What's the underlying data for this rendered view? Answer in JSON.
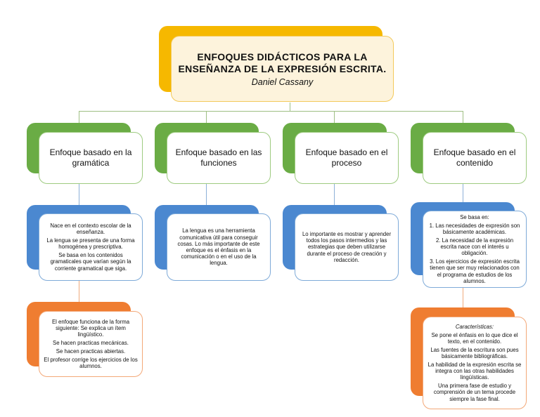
{
  "title": {
    "heading_line1": "ENFOQUES DIDÁCTICOS PARA LA",
    "heading_line2": "ENSEÑANZA DE LA EXPRESIÓN ESCRITA.",
    "author": "Daniel Cassany"
  },
  "approaches": [
    {
      "label": "Enfoque basado en la gramática",
      "description": [
        "Nace en el contexto escolar de la enseñanza.",
        "La lengua se presenta de una forma homogénea y prescriptiva.",
        "Se basa en los contenidos gramaticales que varían según la corriente gramatical que siga."
      ],
      "characteristics": [
        "El enfoque funciona de la forma siguiente: Se explica un ítem lingüístico.",
        "Se hacen practicas mecánicas.",
        "Se hacen practicas abiertas.",
        "El profesor corrige los ejercicios de los alumnos."
      ]
    },
    {
      "label": "Enfoque basado en las funciones",
      "description": [
        "La lengua es una herramienta comunicativa útil para conseguir cosas. Lo más importante de este enfoque es el énfasis en la comunicación o en el uso de la lengua."
      ]
    },
    {
      "label": "Enfoque basado en el proceso",
      "description": [
        "Lo importante es mostrar y aprender todos los pasos intermedios y las estrategias que deben utilizarse durante el proceso de creación y redacción."
      ]
    },
    {
      "label": "Enfoque basado en el contenido",
      "description": [
        "Se basa en:",
        "1. Las necesidades de expresión son básicamente académicas.",
        "2. La necesidad de la expresión escrita nace con el interés u obligación.",
        "3. Los ejercicios de expresión escrita tienen que ser muy relacionados con el programa de estudios de los alumnos."
      ],
      "characteristics_title": "Características:",
      "characteristics": [
        "Se pone el énfasis en lo que dice el texto, en el contenido.",
        "Las fuentes de la escritura son pues básicamente bibliográficas.",
        "La habilidad de la expresión escrita se integra con las otras habilidades lingüísticas.",
        "Una primera fase de estudio y comprensión de un tema procede siempre la fase final."
      ]
    }
  ],
  "colors": {
    "title_accent": "#f6b800",
    "title_fill": "#fdf3dc",
    "title_border": "#f3c95a",
    "approach_accent": "#6aac45",
    "approach_border": "#9ecb80",
    "description_accent": "#4b88d0",
    "description_border": "#7eaad8",
    "characteristics_accent": "#ef7d31",
    "characteristics_border": "#f3a878"
  }
}
